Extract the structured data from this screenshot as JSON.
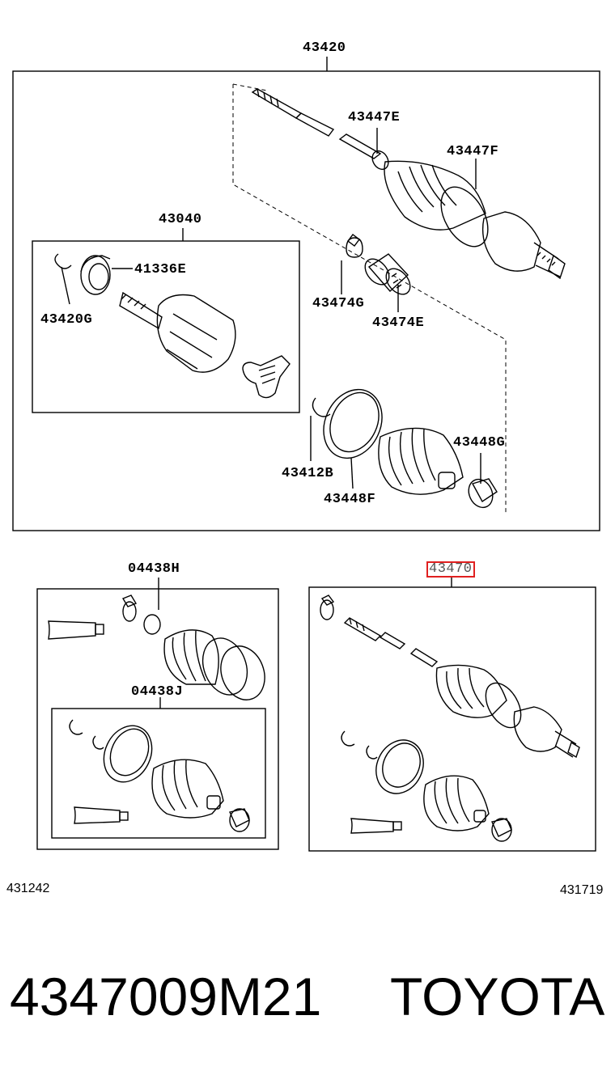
{
  "diagram": {
    "main_assembly": {
      "number": "43420",
      "parts": [
        "43447E",
        "43447F",
        "43474G",
        "43474E",
        "43412B",
        "43448F",
        "43448G"
      ],
      "inboard_joint": {
        "number": "43040",
        "parts": [
          "41336E",
          "43420G"
        ]
      }
    },
    "boot_kits": {
      "number": "04438H",
      "inner_kit": "04438J"
    },
    "shaft_assembly": {
      "number": "43470",
      "highlighted": true
    },
    "illustration_codes": [
      "431242",
      "431719"
    ]
  },
  "footer": {
    "part_number": "4347009M21",
    "brand": "TOYOTA"
  },
  "colors": {
    "highlight": "#e02020",
    "line": "#000000"
  }
}
